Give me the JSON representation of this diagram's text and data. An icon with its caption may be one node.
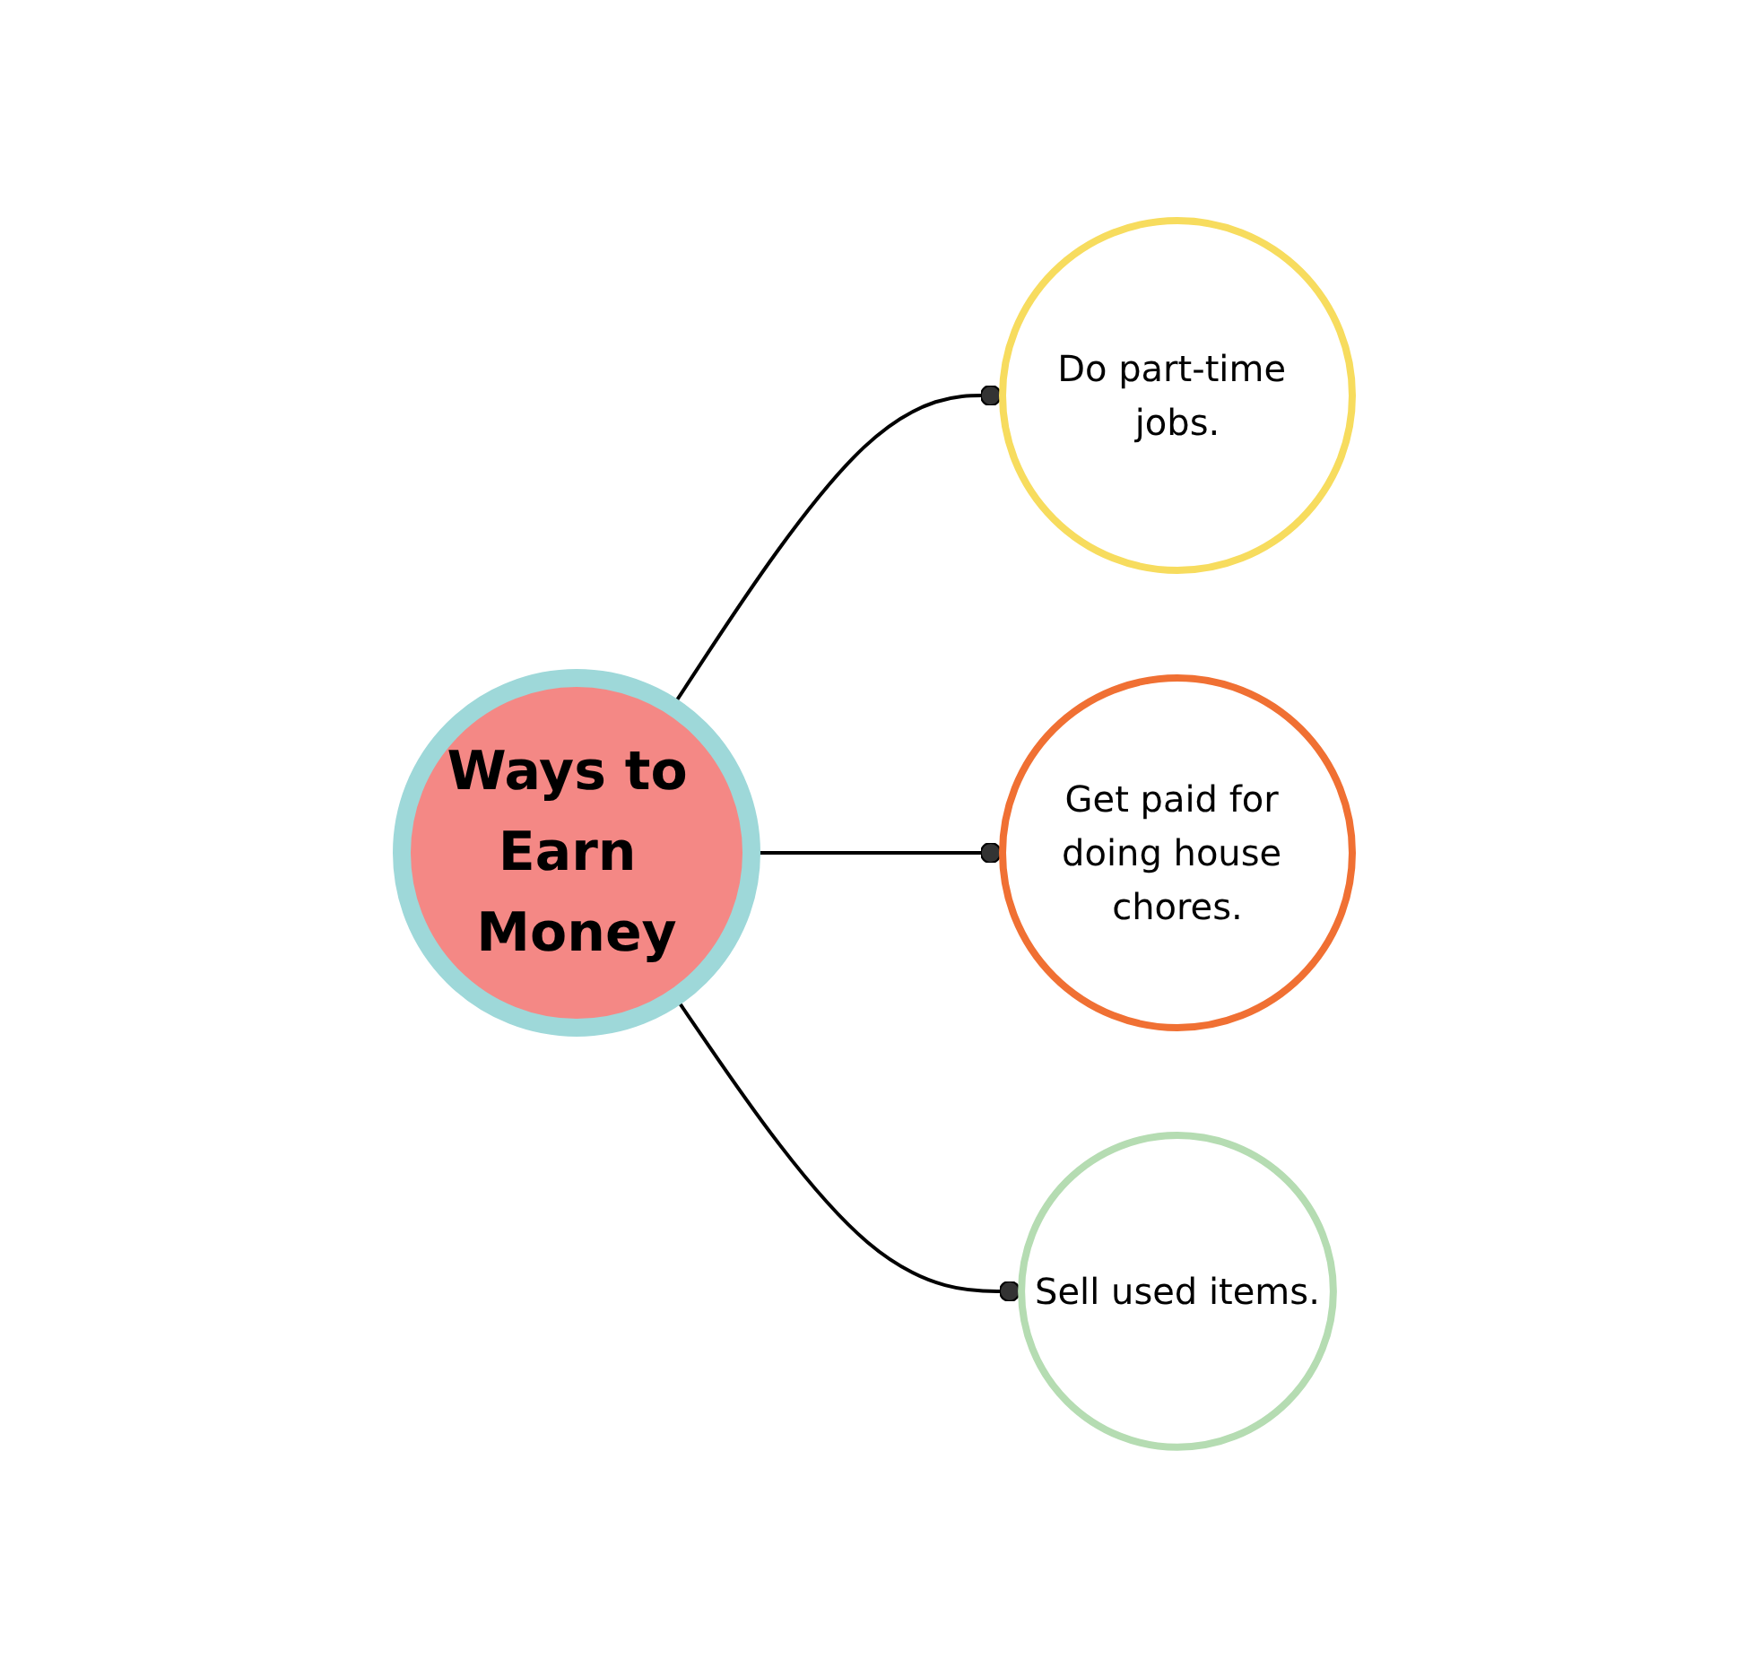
{
  "diagram": {
    "nodes": [
      {
        "text": [
          "Ways to Earn Money"
        ]
      },
      {
        "text": [
          "Do part-time jobs."
        ]
      },
      {
        "text": [
          "Get paid for doing house chores."
        ]
      },
      {
        "text": [
          "Sell used items."
        ]
      }
    ],
    "edges": [
      {
        "from": 0,
        "to": 1,
        "arrow": "other"
      },
      {
        "from": 0,
        "to": 2,
        "arrow": "other"
      },
      {
        "from": 0,
        "to": 3,
        "arrow": "other"
      }
    ]
  }
}
